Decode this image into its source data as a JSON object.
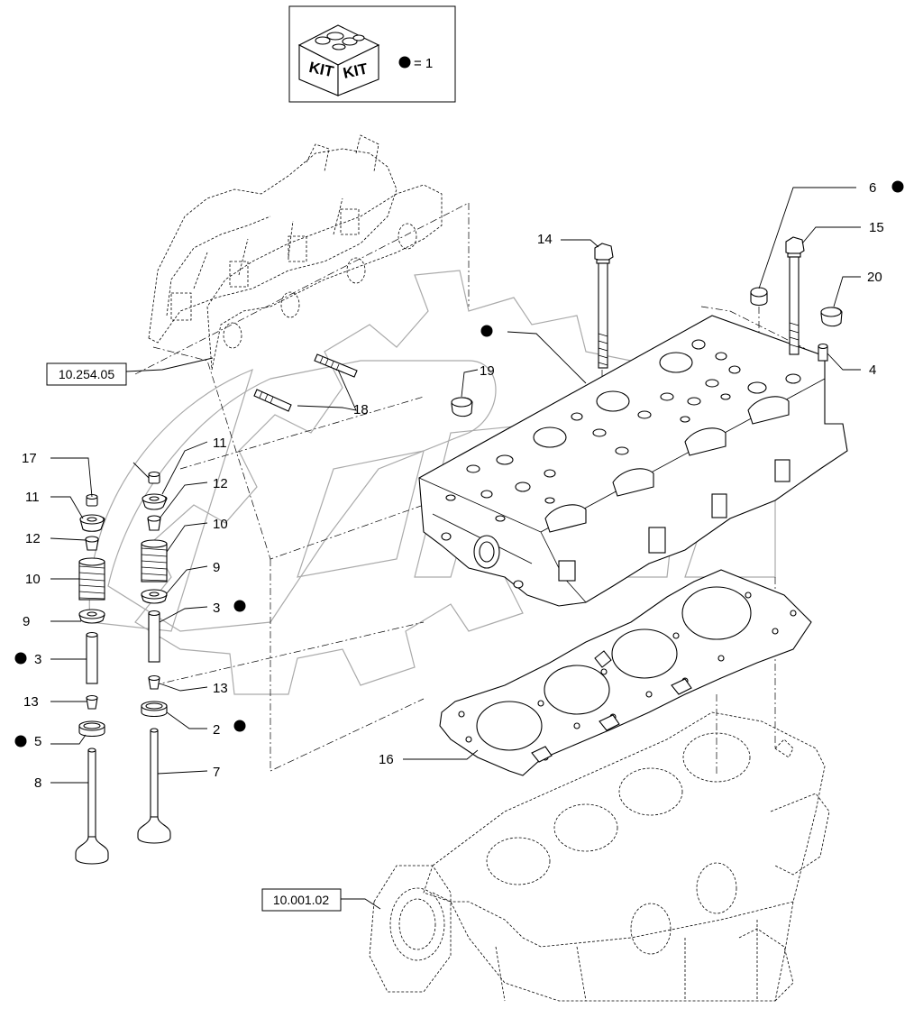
{
  "kit_legend": {
    "kit_text_left": "KIT",
    "kit_text_right": "KIT",
    "equals_text": "= 1"
  },
  "references": {
    "exhaust_manifold_ref": "10.254.05",
    "engine_block_ref": "10.001.02"
  },
  "callouts": {
    "c2": "2",
    "c3_left": "3",
    "c3_right": "3",
    "c4": "4",
    "c5": "5",
    "c6": "6",
    "c7": "7",
    "c8": "8",
    "c9_left": "9",
    "c9_right": "9",
    "c10_left": "10",
    "c10_right": "10",
    "c11_left": "11",
    "c11_right": "11",
    "c12_left": "12",
    "c12_right": "12",
    "c13_left": "13",
    "c13_right": "13",
    "c14": "14",
    "c15": "15",
    "c16": "16",
    "c17": "17",
    "c18": "18",
    "c19": "19",
    "c20": "20"
  },
  "colors": {
    "line": "#000000",
    "watermark": "#aaaaaa",
    "background": "#ffffff"
  }
}
